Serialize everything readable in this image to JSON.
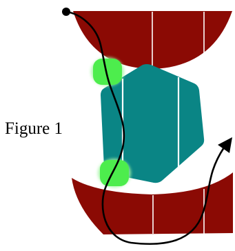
{
  "figure": {
    "label": "Figure 1"
  },
  "colors": {
    "arc": "#8b0a04",
    "hexagon": "#0a8585",
    "node": "#4ded4d",
    "node_glow": "#a6f5a6",
    "path": "#000000",
    "divider": "#ffffff"
  },
  "icons": {
    "path_start": "filled-circle",
    "path_end": "arrowhead"
  }
}
